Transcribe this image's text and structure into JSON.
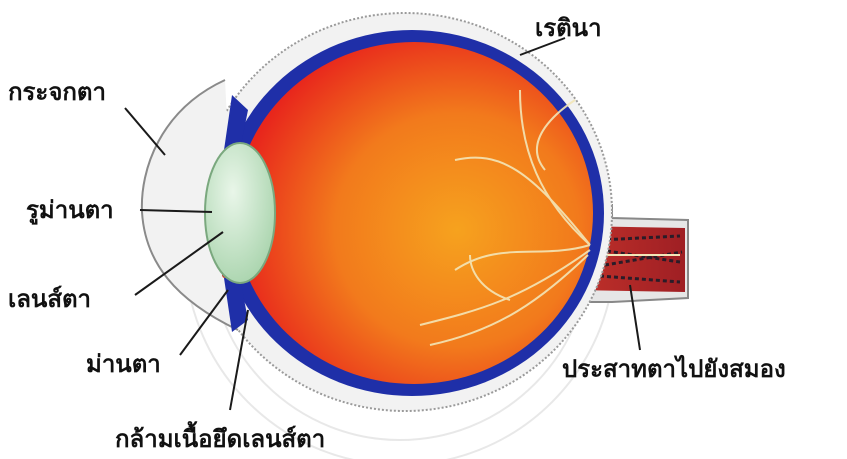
{
  "labels": {
    "retina": "เรตินา",
    "cornea": "กระจกตา",
    "pupil": "รูม่านตา",
    "lens": "เลนส์ตา",
    "iris": "ม่านตา",
    "ciliary_muscle": "กล้ามเนื้อยึดเลนส์ตา",
    "optic_nerve": "ประสาทตาไปยังสมอง"
  },
  "colors": {
    "sclera": "#1f2fa8",
    "interior_red": "#e8261c",
    "interior_orange": "#f6a21e",
    "lens": "#cfe8cf",
    "outer_coat": "#dcdcdc",
    "nerve": "#b8232a",
    "vessel": "#f3e6b8"
  }
}
